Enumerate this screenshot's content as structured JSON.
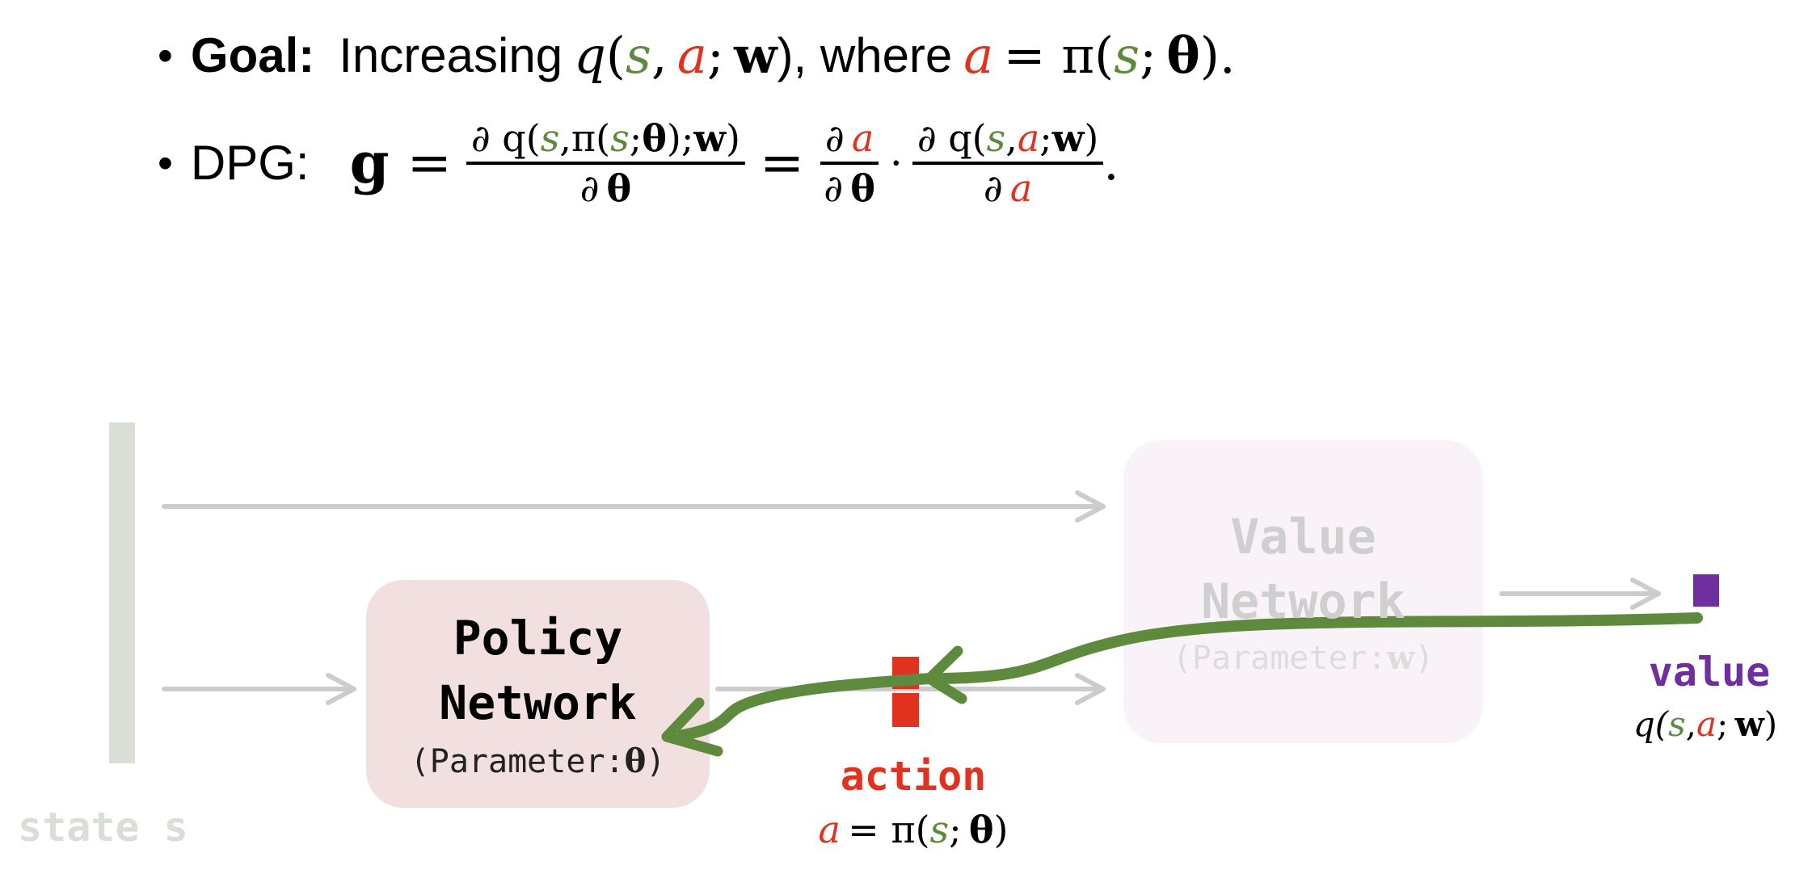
{
  "goal": {
    "bullet": "•",
    "label": "Goal:",
    "text": "Increasing",
    "q": "q",
    "lparen": "(",
    "s": "s",
    "comma": ",",
    "a": "a",
    "semi": ";",
    "w": "w",
    "rparen_where": "), where",
    "a2": "a",
    "eq_pi": "= π(",
    "s2": "s",
    "semi2": ";",
    "theta": "θ",
    "end": ")."
  },
  "dpg": {
    "bullet": "•",
    "label": "DPG:",
    "g": "g",
    "eq1": "=",
    "frac1": {
      "num_pre": "∂ q(",
      "num_s": "s",
      "num_mid": ",π(",
      "num_s2": "s",
      "num_semi": ";",
      "num_theta": "θ",
      "num_after": ");",
      "num_w": "w",
      "num_close": ")",
      "den_pre": "∂",
      "den_theta": "θ"
    },
    "eq2": "=",
    "frac2": {
      "num_pre": "∂",
      "num_a": "a",
      "den_pre": "∂",
      "den_theta": "θ"
    },
    "cdot": "·",
    "frac3": {
      "num_pre": "∂ q(",
      "num_s": "s",
      "num_comma": ",",
      "num_a": "a",
      "num_semi": ";",
      "num_w": "w",
      "num_close": ")",
      "den_pre": "∂",
      "den_a": "a"
    },
    "end": "."
  },
  "diagram": {
    "state_label": "state s",
    "policy": {
      "line1": "Policy",
      "line2": "Network",
      "param_pre": "(Parameter:",
      "param_sym": "θ",
      "param_post": ")"
    },
    "value_net": {
      "line1": "Value",
      "line2": "Network",
      "param_pre": "(Parameter:",
      "param_sym": "w",
      "param_post": ")"
    },
    "action": {
      "label": "action",
      "a": "a",
      "eq": "= π(",
      "s": "s",
      "semi": ";",
      "theta": "θ",
      "close": ")"
    },
    "value": {
      "label": "value",
      "q": "q(",
      "s": "s",
      "comma": ",",
      "a": "a",
      "semi": ";",
      "w": "w",
      "close": ")"
    },
    "colors": {
      "state_bar": "#d9ded6",
      "arrow_gray": "#cccccc",
      "policy_box": "#f2dfdf",
      "value_box": "#f9f3f9",
      "action_red": "#e0321f",
      "value_purple": "#6f2f9f",
      "gradient_green": "#5e8a3e"
    }
  }
}
